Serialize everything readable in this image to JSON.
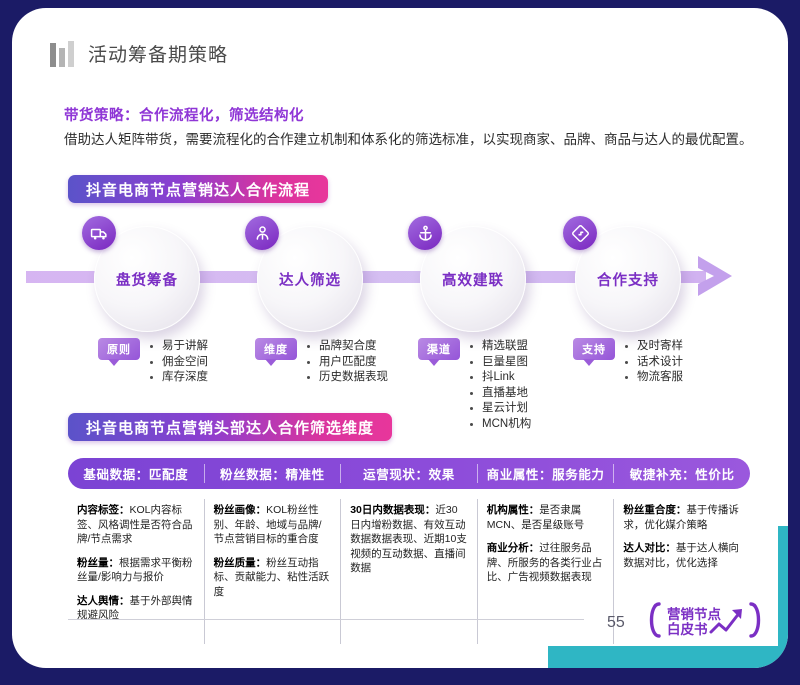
{
  "header": {
    "title": "活动筹备期策略",
    "bars_icon": "bar-chart-icon"
  },
  "lead": {
    "title": "带货策略：合作流程化，筛选结构化",
    "body": "借助达人矩阵带货，需要流程化的合作建立机制和体系化的筛选标准，以实现商家、品牌、商品与达人的最优配置。"
  },
  "section1": {
    "pill": "抖音电商节点营销达人合作流程"
  },
  "flow": {
    "steps": [
      {
        "label": "盘货筹备",
        "icon": "truck-icon"
      },
      {
        "label": "达人筛选",
        "icon": "person-icon"
      },
      {
        "label": "高效建联",
        "icon": "anchor-icon"
      },
      {
        "label": "合作支持",
        "icon": "link-diamond-icon"
      }
    ],
    "arrow_icon": "arrow-right-icon",
    "groups": [
      {
        "tag": "原则",
        "items": [
          "易于讲解",
          "佣金空间",
          "库存深度"
        ]
      },
      {
        "tag": "维度",
        "items": [
          "品牌契合度",
          "用户匹配度",
          "历史数据表现"
        ]
      },
      {
        "tag": "渠道",
        "items": [
          "精选联盟",
          "巨量星图",
          "抖Link",
          "直播基地",
          "星云计划",
          "MCN机构"
        ]
      },
      {
        "tag": "支持",
        "items": [
          "及时寄样",
          "话术设计",
          "物流客服"
        ]
      }
    ]
  },
  "section2": {
    "pill": "抖音电商节点营销头部达人合作筛选维度"
  },
  "table": {
    "headers": [
      "基础数据：匹配度",
      "粉丝数据：精准性",
      "运营现状：效果",
      "商业属性：服务能力",
      "敏捷补充：性价比"
    ],
    "columns": [
      [
        {
          "title": "内容标签：",
          "text": "KOL内容标签、风格调性是否符合品牌/节点需求"
        },
        {
          "title": "粉丝量：",
          "text": "根据需求平衡粉丝量/影响力与报价"
        },
        {
          "title": "达人舆情：",
          "text": "基于外部舆情规避风险"
        }
      ],
      [
        {
          "title": "粉丝画像：",
          "text": "KOL粉丝性别、年龄、地域与品牌/节点营销目标的重合度"
        },
        {
          "title": "粉丝质量：",
          "text": "粉丝互动指标、贡献能力、粘性活跃度"
        }
      ],
      [
        {
          "title": "30日内数据表现：",
          "text": "近30日内增粉数据、有效互动数据数据表现、近期10支视频的互动数据、直播间数据"
        }
      ],
      [
        {
          "title": "机构属性：",
          "text": "是否隶属MCN、是否星级账号"
        },
        {
          "title": "商业分析：",
          "text": "过往服务品牌、所服务的各类行业占比、广告视频数据表现"
        }
      ],
      [
        {
          "title": "粉丝重合度：",
          "text": "基于传播诉求，优化媒介策略"
        },
        {
          "title": "达人对比：",
          "text": "基于达人横向数据对比，优化选择"
        }
      ]
    ]
  },
  "footer": {
    "page_number": "55",
    "logo_line1": "营销节点",
    "logo_line2": "白皮书",
    "logo_icon": "arrow-up-right-icon"
  },
  "colors": {
    "page_bg": "#1b1b66",
    "accent_purple": "#8f36d6",
    "pill_start": "#5b53c9",
    "pill_end": "#e8369b",
    "teal": "#2fb6c4"
  }
}
